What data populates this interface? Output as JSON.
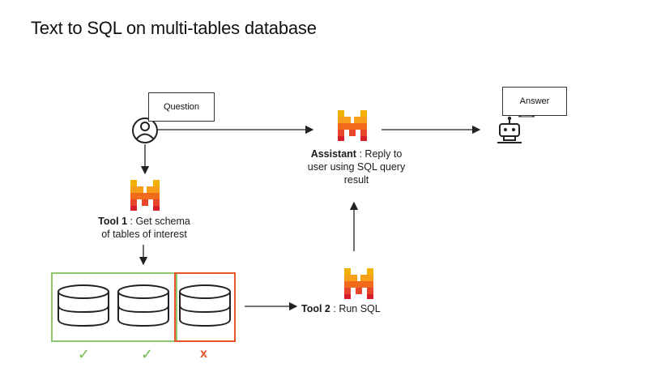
{
  "title": "Text to SQL on multi-tables database",
  "question_label": "Question",
  "answer_label": "Answer",
  "assistant": {
    "name": "Assistant",
    "desc_line1": ": Reply to",
    "desc_line2": "user using SQL query",
    "desc_line3": "result"
  },
  "tool1": {
    "name": "Tool 1",
    "desc_line1": ": Get schema",
    "desc_line2": "of tables of interest"
  },
  "tool2": {
    "name": "Tool 2",
    "desc": ": Run SQL"
  },
  "marks": {
    "check1": "✓",
    "check2": "✓",
    "cross": "x"
  },
  "colors": {
    "green": "#8cc66d",
    "orange": "#e8552a",
    "logo_top": "#f2b100",
    "logo_bottom": "#e8462a"
  },
  "icons": [
    "user-icon",
    "mistral-logo-icon",
    "robot-icon",
    "database-icon",
    "arrow-icon"
  ]
}
